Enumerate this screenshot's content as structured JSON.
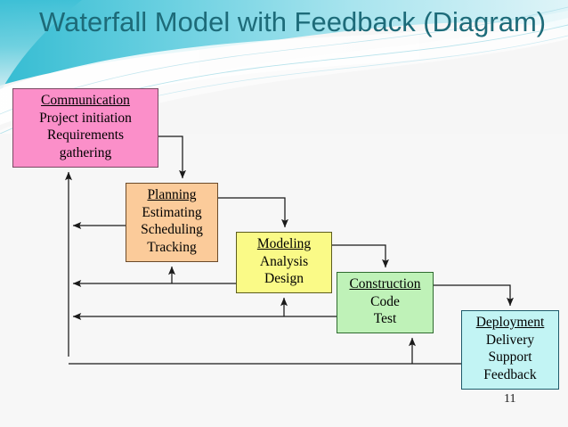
{
  "slide": {
    "title": "Waterfall Model with Feedback (Diagram)",
    "title_line1": "Waterfall Model with Feedback",
    "title_line2": "(Diagram)",
    "page_number": "11",
    "title_color": "#1d6b79",
    "background_color": "#f7f7f7",
    "accent_color": "#4fc3d9"
  },
  "diagram": {
    "type": "waterfall-process-diagram",
    "stages": [
      {
        "id": "communication",
        "heading": "Communication",
        "lines": [
          "Project initiation",
          "Requirements",
          "gathering"
        ],
        "fill": "#fb8fc9",
        "border": "#7a4a63"
      },
      {
        "id": "planning",
        "heading": "Planning",
        "lines": [
          "Estimating",
          "Scheduling",
          "Tracking"
        ],
        "fill": "#fbcb9a",
        "border": "#6b4a2a"
      },
      {
        "id": "modeling",
        "heading": "Modeling",
        "lines": [
          "Analysis",
          "Design"
        ],
        "fill": "#fafa87",
        "border": "#5c5c1e"
      },
      {
        "id": "construction",
        "heading": "Construction",
        "lines": [
          "Code",
          "Test"
        ],
        "fill": "#bff2b8",
        "border": "#2f6b2f"
      },
      {
        "id": "deployment",
        "heading": "Deployment",
        "lines": [
          "Delivery",
          "Support",
          "Feedback"
        ],
        "fill": "#c2f4f4",
        "border": "#1f5b6b"
      }
    ],
    "forward_flow": [
      "communication -> planning",
      "planning -> modeling",
      "modeling -> construction",
      "construction -> deployment"
    ],
    "feedback_flow": [
      "planning -> communication",
      "modeling -> planning",
      "modeling -> communication",
      "construction -> modeling",
      "construction -> communication",
      "deployment -> construction",
      "deployment -> communication"
    ],
    "connector_color": "#1a1a1a"
  }
}
